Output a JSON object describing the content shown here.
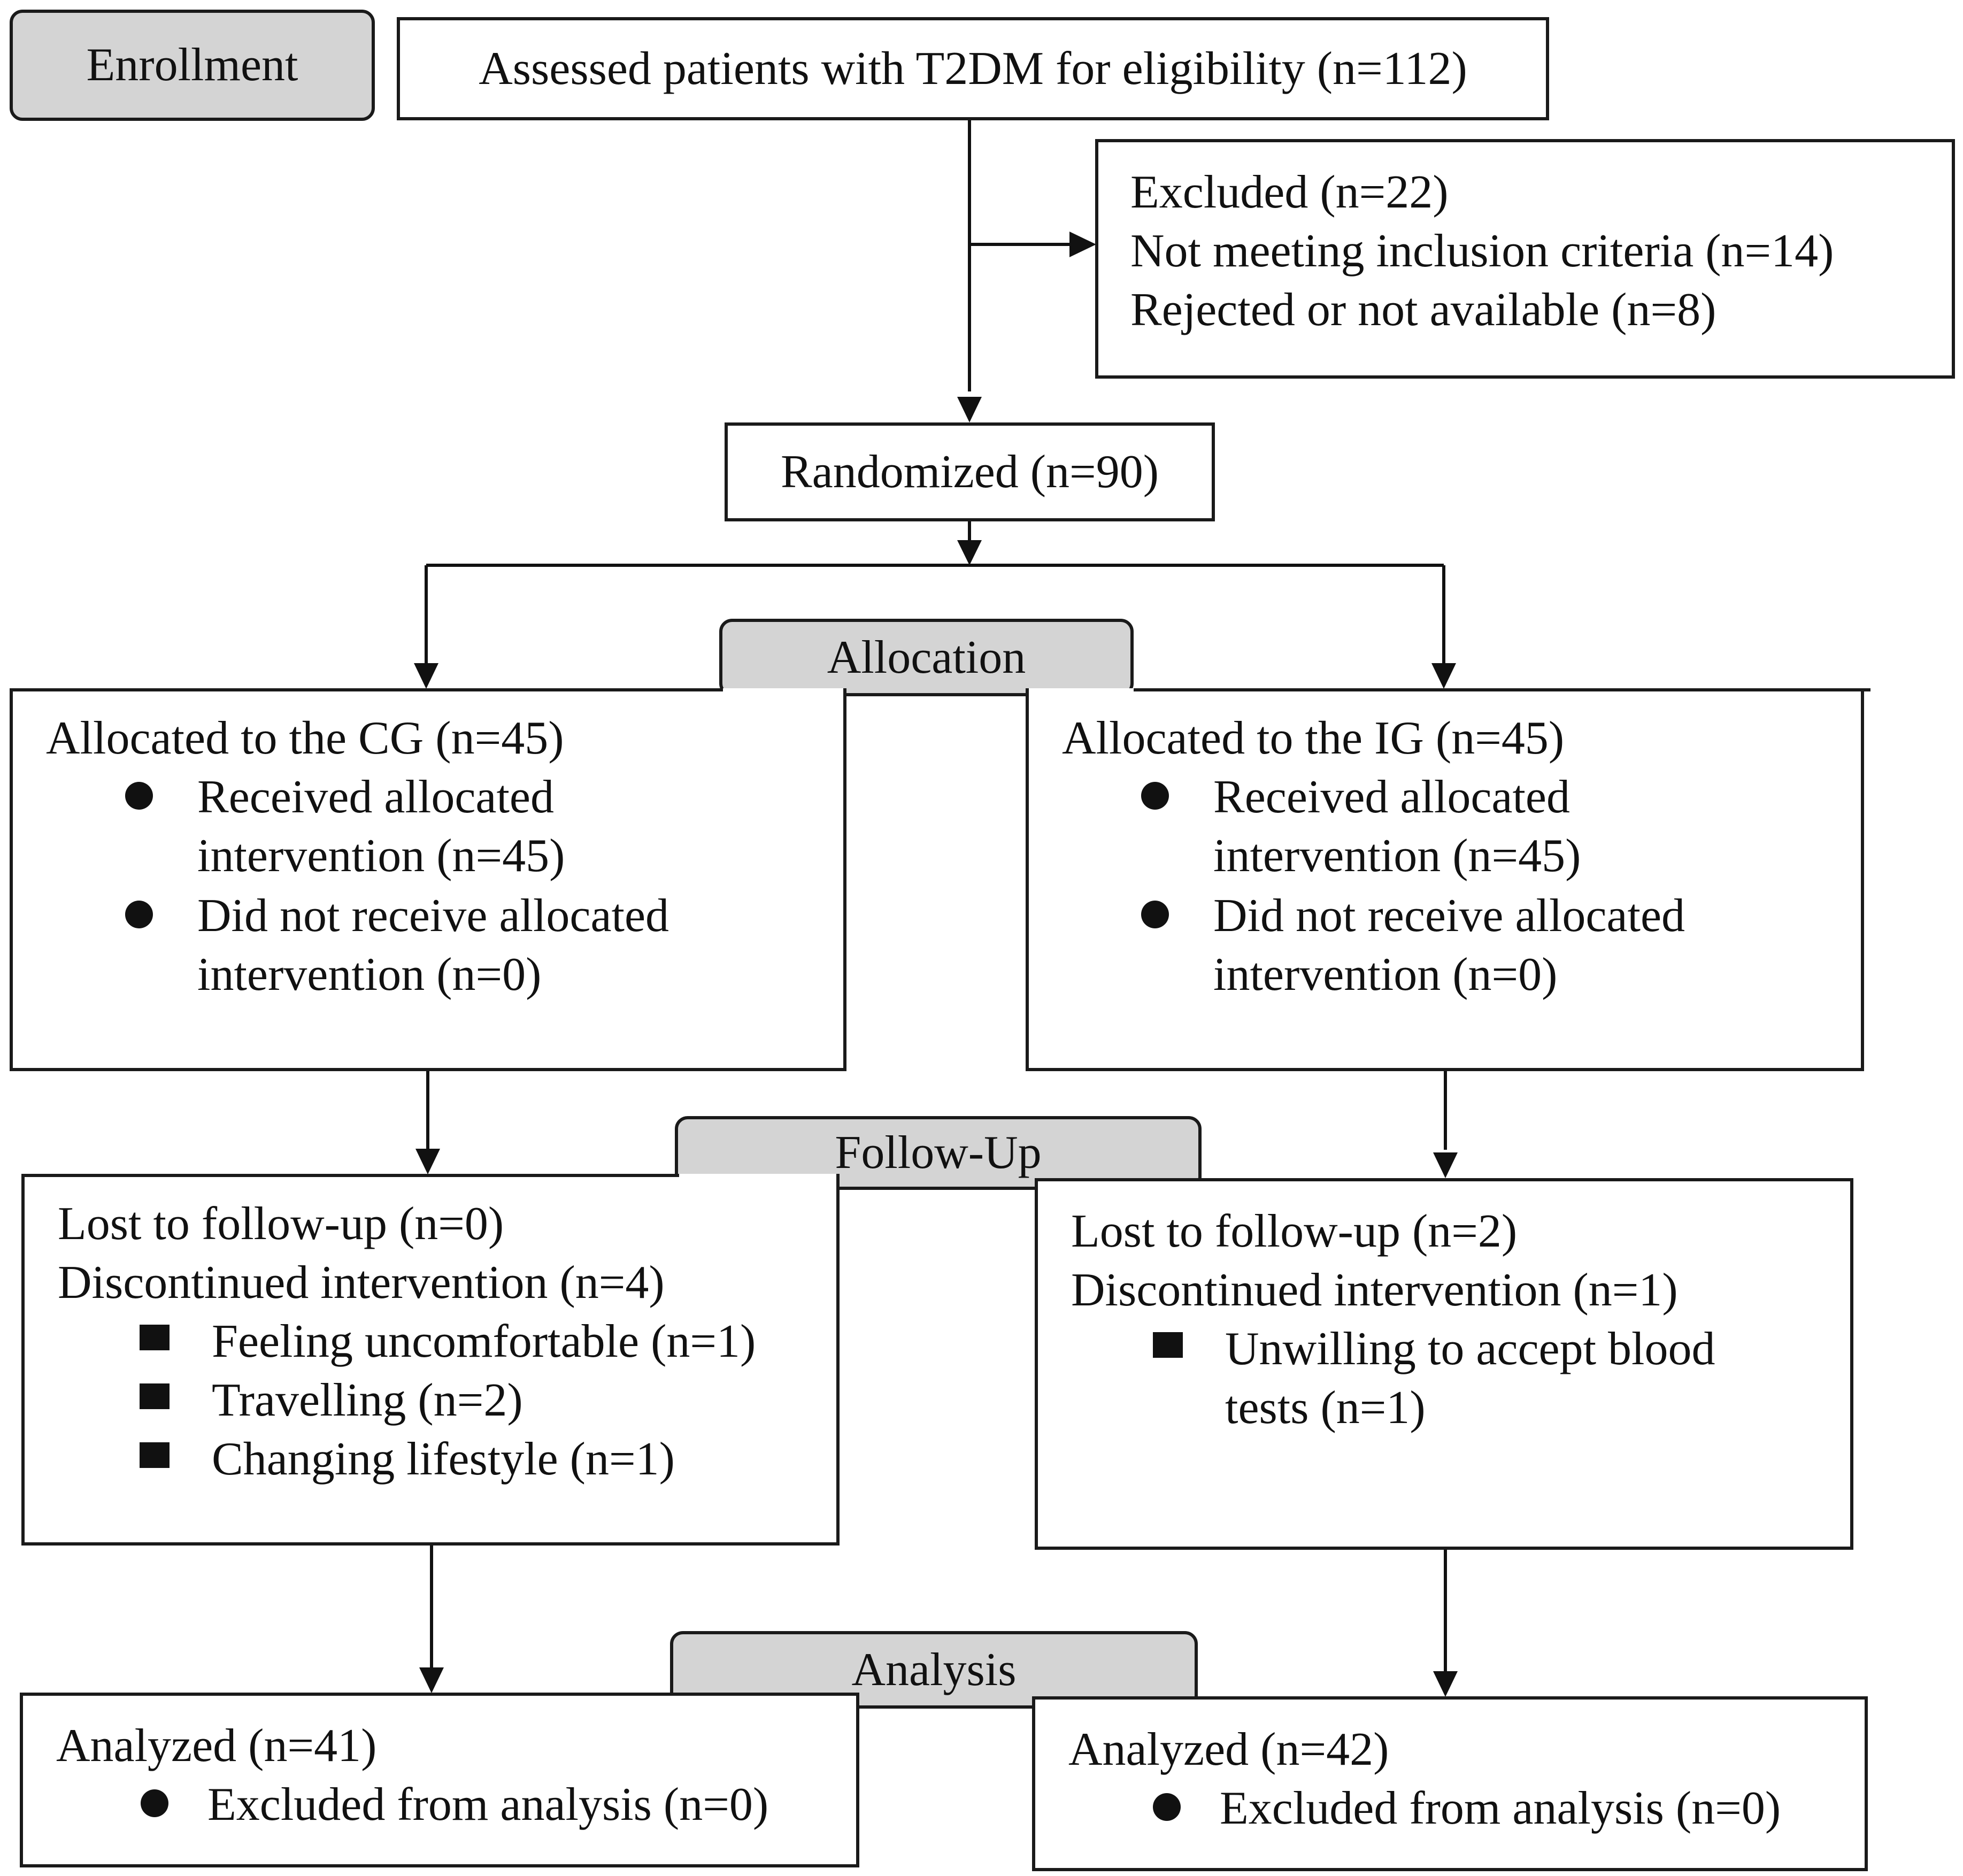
{
  "stages": {
    "enrollment": "Enrollment",
    "allocation": "Allocation",
    "follow_up": "Follow-Up",
    "analysis": "Analysis"
  },
  "assessed": "Assessed patients with T2DM for eligibility (n=112)",
  "excluded": {
    "title": "Excluded (n=22)",
    "reasons": [
      "Not meeting inclusion criteria (n=14)",
      "Rejected or not available (n=8)"
    ]
  },
  "randomized": "Randomized (n=90)",
  "cg": {
    "allocated": "Allocated to the CG (n=45)",
    "received": [
      "Received allocated",
      "intervention (n=45)"
    ],
    "not_received": [
      "Did not receive allocated",
      "intervention (n=0)"
    ],
    "lost": "Lost to follow-up (n=0)",
    "discontinued": "Discontinued intervention (n=4)",
    "discontinued_reasons": [
      "Feeling uncomfortable (n=1)",
      "Travelling (n=2)",
      "Changing lifestyle (n=1)"
    ],
    "analyzed": "Analyzed (n=41)",
    "excluded_analysis": "Excluded from analysis (n=0)"
  },
  "ig": {
    "allocated": "Allocated to the IG (n=45)",
    "received": [
      "Received allocated",
      "intervention (n=45)"
    ],
    "not_received": [
      "Did not receive allocated",
      "intervention (n=0)"
    ],
    "lost": "Lost to follow-up (n=2)",
    "discontinued": "Discontinued intervention (n=1)",
    "discontinued_reasons": [
      "Unwilling to accept blood",
      "tests (n=1)"
    ],
    "analyzed": "Analyzed (n=42)",
    "excluded_analysis": "Excluded from analysis (n=0)"
  }
}
